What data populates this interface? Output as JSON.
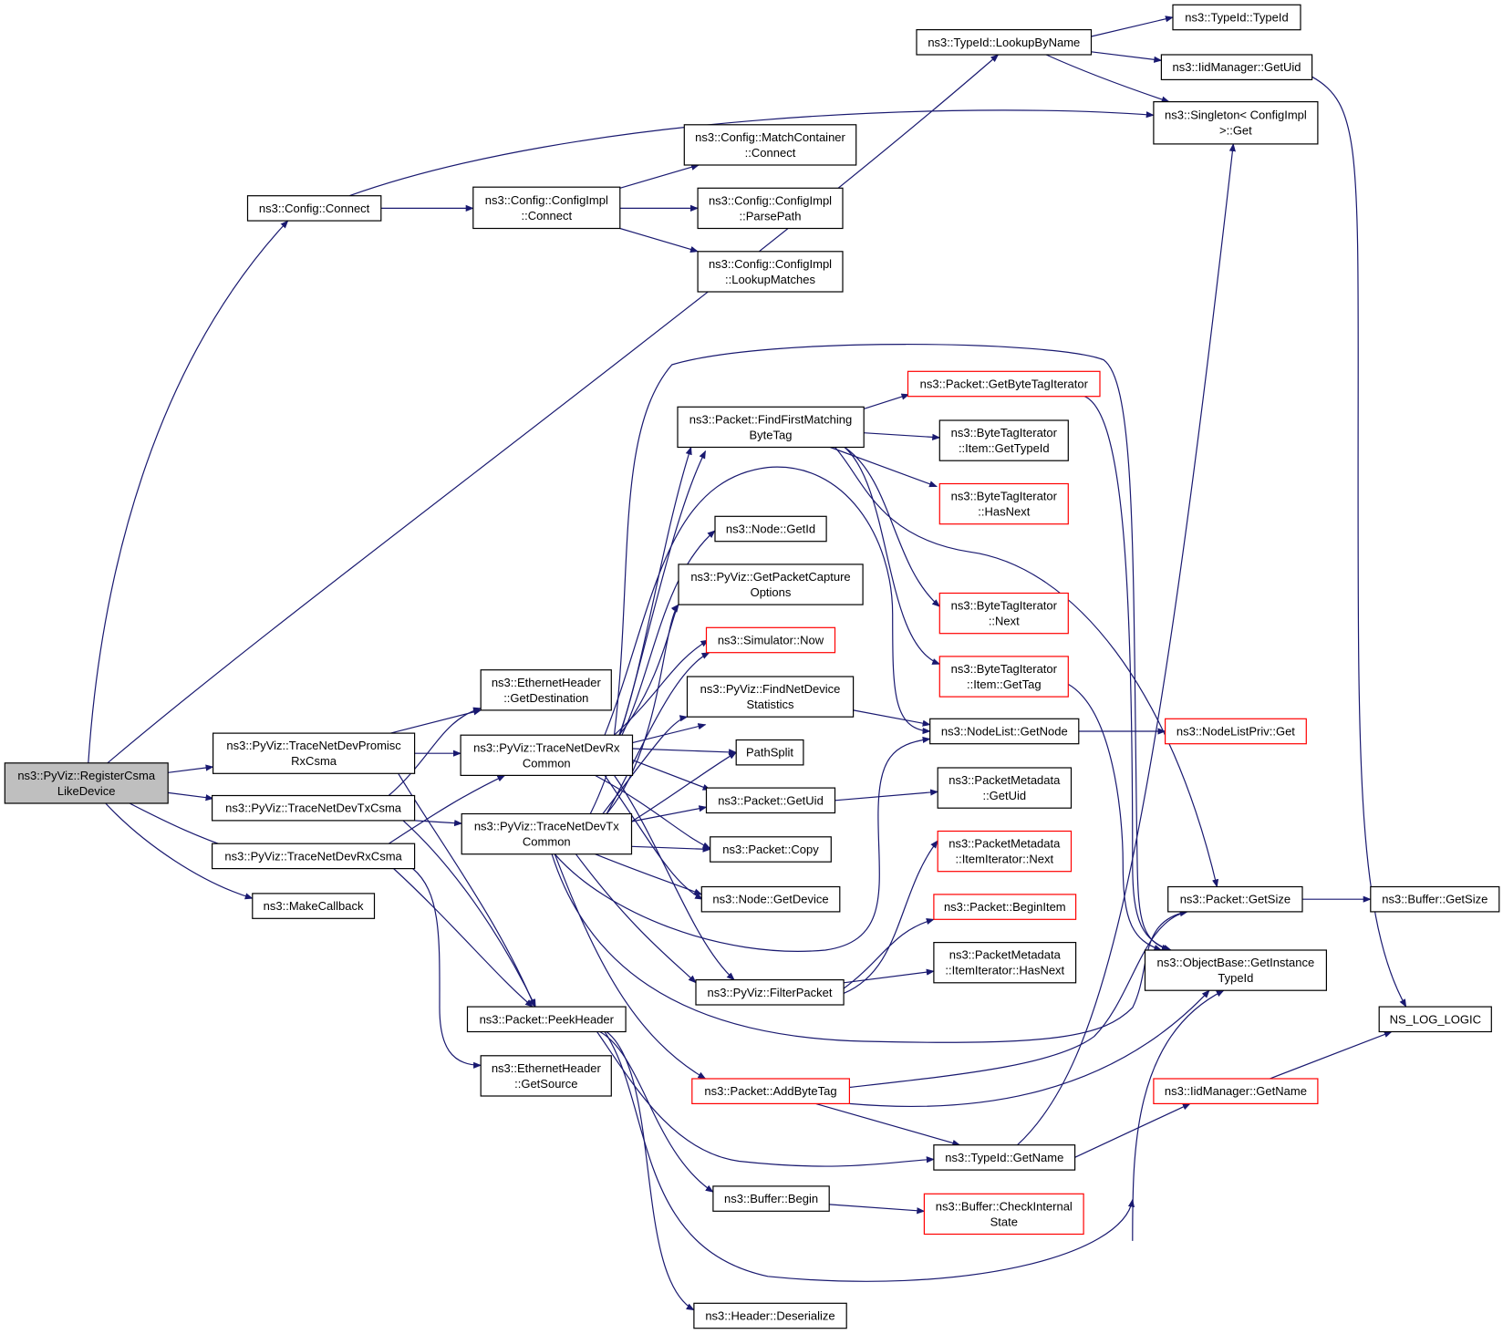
{
  "colors": {
    "edge": "#191970",
    "red_border": "#ff0000",
    "root_fill": "#bfbfbf"
  },
  "nodes": [
    {
      "id": "root",
      "lines": [
        "ns3::PyViz::RegisterCsma",
        "LikeDevice"
      ],
      "style": "root"
    },
    {
      "id": "cfgConnect",
      "lines": [
        "ns3::Config::Connect"
      ]
    },
    {
      "id": "cfgImplConnect",
      "lines": [
        "ns3::Config::ConfigImpl",
        "::Connect"
      ]
    },
    {
      "id": "matchConnect",
      "lines": [
        "ns3::Config::MatchContainer",
        "::Connect"
      ]
    },
    {
      "id": "parsePath",
      "lines": [
        "ns3::Config::ConfigImpl",
        "::ParsePath"
      ]
    },
    {
      "id": "lookupMatches",
      "lines": [
        "ns3::Config::ConfigImpl",
        "::LookupMatches"
      ]
    },
    {
      "id": "lookupByName",
      "lines": [
        "ns3::TypeId::LookupByName"
      ]
    },
    {
      "id": "typeIdCtor",
      "lines": [
        "ns3::TypeId::TypeId"
      ]
    },
    {
      "id": "iidGetUid",
      "lines": [
        "ns3::IidManager::GetUid"
      ]
    },
    {
      "id": "singletonGet",
      "lines": [
        "ns3::Singleton< ConfigImpl",
        ">::Get"
      ]
    },
    {
      "id": "getByteTagIterator",
      "lines": [
        "ns3::Packet::GetByteTagIterator"
      ],
      "style": "red"
    },
    {
      "id": "findFirstMatching",
      "lines": [
        "ns3::Packet::FindFirstMatching",
        "ByteTag"
      ]
    },
    {
      "id": "btItemGetTypeId",
      "lines": [
        "ns3::ByteTagIterator",
        "::Item::GetTypeId"
      ]
    },
    {
      "id": "btHasNext",
      "lines": [
        "ns3::ByteTagIterator",
        "::HasNext"
      ],
      "style": "red"
    },
    {
      "id": "nodeGetId",
      "lines": [
        "ns3::Node::GetId"
      ]
    },
    {
      "id": "getPacketCapture",
      "lines": [
        "ns3::PyViz::GetPacketCapture",
        "Options"
      ]
    },
    {
      "id": "btNext",
      "lines": [
        "ns3::ByteTagIterator",
        "::Next"
      ],
      "style": "red"
    },
    {
      "id": "simNow",
      "lines": [
        "ns3::Simulator::Now"
      ],
      "style": "red"
    },
    {
      "id": "btItemGetTag",
      "lines": [
        "ns3::ByteTagIterator",
        "::Item::GetTag"
      ],
      "style": "red"
    },
    {
      "id": "ethGetDest",
      "lines": [
        "ns3::EthernetHeader",
        "::GetDestination"
      ]
    },
    {
      "id": "findNetDevStats",
      "lines": [
        "ns3::PyViz::FindNetDevice",
        "Statistics"
      ]
    },
    {
      "id": "nodeListGetNode",
      "lines": [
        "ns3::NodeList::GetNode"
      ]
    },
    {
      "id": "nodeListPrivGet",
      "lines": [
        "ns3::NodeListPriv::Get"
      ],
      "style": "red"
    },
    {
      "id": "promisc",
      "lines": [
        "ns3::PyViz::TraceNetDevPromisc",
        "RxCsma"
      ]
    },
    {
      "id": "rxCommon",
      "lines": [
        "ns3::PyViz::TraceNetDevRx",
        "Common"
      ]
    },
    {
      "id": "pathSplit",
      "lines": [
        "PathSplit"
      ]
    },
    {
      "id": "pktGetUid",
      "lines": [
        "ns3::Packet::GetUid"
      ]
    },
    {
      "id": "pmGetUid",
      "lines": [
        "ns3::PacketMetadata",
        "::GetUid"
      ]
    },
    {
      "id": "txCsma",
      "lines": [
        "ns3::PyViz::TraceNetDevTxCsma"
      ]
    },
    {
      "id": "txCommon",
      "lines": [
        "ns3::PyViz::TraceNetDevTx",
        "Common"
      ]
    },
    {
      "id": "pktCopy",
      "lines": [
        "ns3::Packet::Copy"
      ]
    },
    {
      "id": "pmItemNext",
      "lines": [
        "ns3::PacketMetadata",
        "::ItemIterator::Next"
      ],
      "style": "red"
    },
    {
      "id": "rxCsma",
      "lines": [
        "ns3::PyViz::TraceNetDevRxCsma"
      ]
    },
    {
      "id": "makeCallback",
      "lines": [
        "ns3::MakeCallback"
      ]
    },
    {
      "id": "nodeGetDevice",
      "lines": [
        "ns3::Node::GetDevice"
      ]
    },
    {
      "id": "pktBeginItem",
      "lines": [
        "ns3::Packet::BeginItem"
      ],
      "style": "red"
    },
    {
      "id": "pktGetSize",
      "lines": [
        "ns3::Packet::GetSize"
      ]
    },
    {
      "id": "bufGetSize",
      "lines": [
        "ns3::Buffer::GetSize"
      ]
    },
    {
      "id": "pmItemHasNext",
      "lines": [
        "ns3::PacketMetadata",
        "::ItemIterator::HasNext"
      ]
    },
    {
      "id": "objGetInstTypeId",
      "lines": [
        "ns3::ObjectBase::GetInstance",
        "TypeId"
      ]
    },
    {
      "id": "filterPacket",
      "lines": [
        "ns3::PyViz::FilterPacket"
      ]
    },
    {
      "id": "peekHeader",
      "lines": [
        "ns3::Packet::PeekHeader"
      ]
    },
    {
      "id": "nsLogLogic",
      "lines": [
        "NS_LOG_LOGIC"
      ]
    },
    {
      "id": "ethGetSource",
      "lines": [
        "ns3::EthernetHeader",
        "::GetSource"
      ]
    },
    {
      "id": "addByteTag",
      "lines": [
        "ns3::Packet::AddByteTag"
      ],
      "style": "red"
    },
    {
      "id": "iidGetName",
      "lines": [
        "ns3::IidManager::GetName"
      ],
      "style": "red"
    },
    {
      "id": "typeIdGetName",
      "lines": [
        "ns3::TypeId::GetName"
      ]
    },
    {
      "id": "bufBegin",
      "lines": [
        "ns3::Buffer::Begin"
      ]
    },
    {
      "id": "bufCheckState",
      "lines": [
        "ns3::Buffer::CheckInternal",
        "State"
      ],
      "style": "red"
    },
    {
      "id": "headerDeserialize",
      "lines": [
        "ns3::Header::Deserialize"
      ]
    }
  ]
}
